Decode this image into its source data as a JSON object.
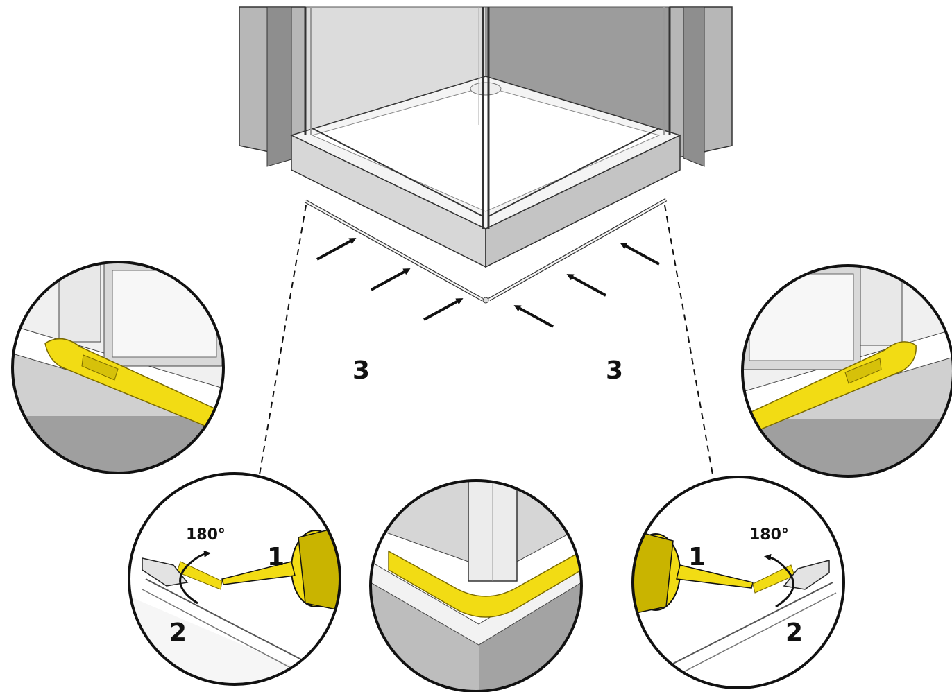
{
  "labels": {
    "step_3_left": "3",
    "step_3_right": "3",
    "angle_left": "180°",
    "angle_right": "180°",
    "step_1_left": "1",
    "step_1_right": "1",
    "step_2_left": "2",
    "step_2_right": "2"
  },
  "colors": {
    "sealant": "#f2dc14",
    "sealant_shadow": "#b79f00",
    "wall": "#a9a9a9",
    "metal": "#e6e6e6",
    "outline": "#111111",
    "leader": "#111111"
  },
  "icons": {
    "arrow": "press-arrow-icon",
    "rotate": "rotate-arrow-icon",
    "cartridge": "silicone-cartridge-icon"
  }
}
